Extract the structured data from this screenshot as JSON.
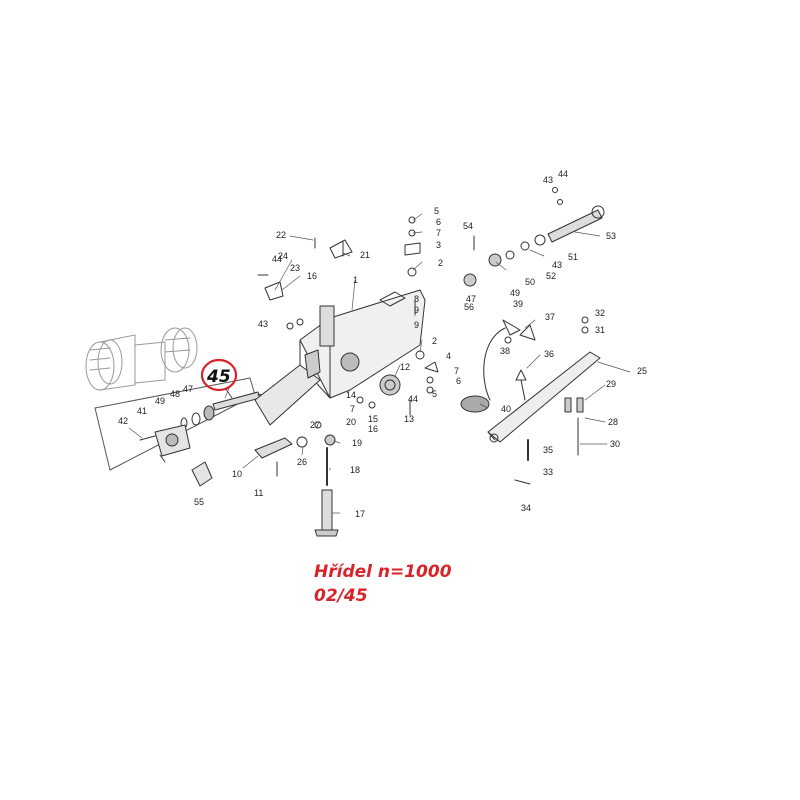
{
  "highlight": {
    "label": "45",
    "color": "#d8232a"
  },
  "caption": {
    "title": "Hřídel n=1000",
    "code": "02/45",
    "color": "#d8232a"
  },
  "part_labels": [
    "1",
    "2",
    "2",
    "3",
    "4",
    "5",
    "5",
    "6",
    "6",
    "7",
    "7",
    "7",
    "8",
    "9",
    "9",
    "10",
    "11",
    "12",
    "13",
    "14",
    "15",
    "16",
    "16",
    "17",
    "18",
    "19",
    "20",
    "21",
    "22",
    "23",
    "24",
    "25",
    "26",
    "27",
    "28",
    "29",
    "30",
    "31",
    "32",
    "33",
    "34",
    "35",
    "36",
    "37",
    "38",
    "39",
    "40",
    "41",
    "42",
    "43",
    "43",
    "43",
    "44",
    "44",
    "44",
    "47",
    "47",
    "48",
    "49",
    "49",
    "50",
    "51",
    "52",
    "53",
    "54",
    "55",
    "56"
  ]
}
